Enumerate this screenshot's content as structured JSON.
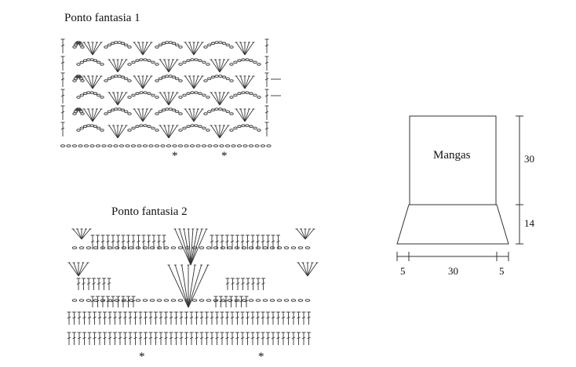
{
  "diagram1": {
    "title": "Ponto fantasia  1",
    "repeat_mark": "*"
  },
  "diagram2": {
    "title": "Ponto fantasia 2",
    "repeat_mark": "*"
  },
  "schematic": {
    "label": "Mangas",
    "height_top": "30",
    "height_bottom": "14",
    "width_left": "5",
    "width_center": "30",
    "width_right": "5"
  },
  "colors": {
    "ink": "#111111",
    "line": "#333333"
  }
}
